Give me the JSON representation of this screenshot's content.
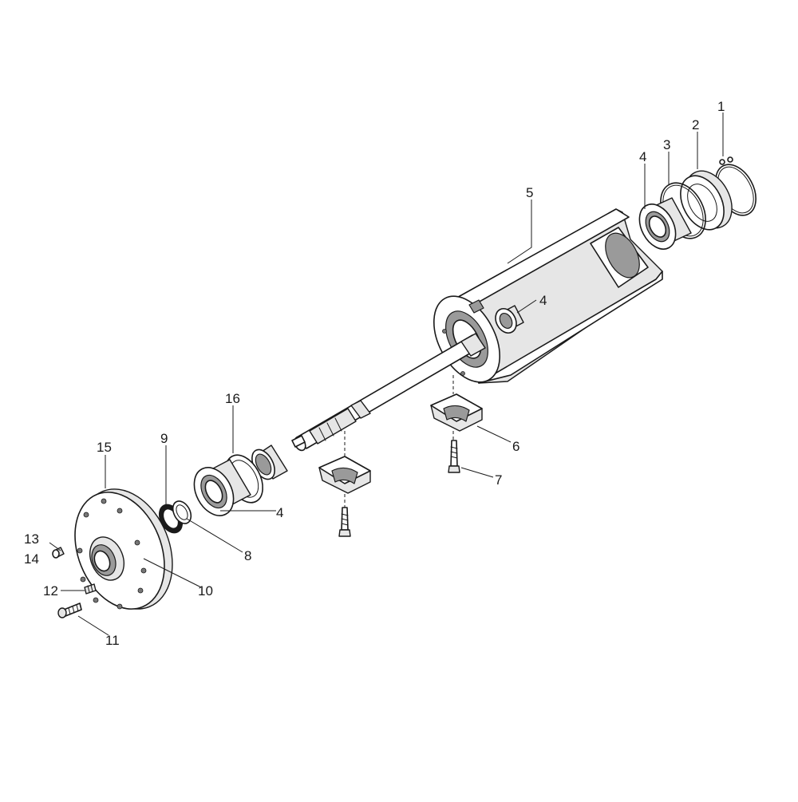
{
  "callouts": [
    {
      "id": "c1",
      "text": "1"
    },
    {
      "id": "c2",
      "text": "2"
    },
    {
      "id": "c3",
      "text": "3"
    },
    {
      "id": "c4a",
      "text": "4"
    },
    {
      "id": "c5",
      "text": "5"
    },
    {
      "id": "c4b",
      "text": "4"
    },
    {
      "id": "c6",
      "text": "6"
    },
    {
      "id": "c7",
      "text": "7"
    },
    {
      "id": "c16",
      "text": "16"
    },
    {
      "id": "c4c",
      "text": "4"
    },
    {
      "id": "c9",
      "text": "9"
    },
    {
      "id": "c15",
      "text": "15"
    },
    {
      "id": "c8",
      "text": "8"
    },
    {
      "id": "c10",
      "text": "10"
    },
    {
      "id": "c13",
      "text": "13"
    },
    {
      "id": "c14",
      "text": "14"
    },
    {
      "id": "c12",
      "text": "12"
    },
    {
      "id": "c11",
      "text": "11"
    }
  ],
  "colors": {
    "line": "#1a1a1a",
    "shade": "#e6e6e6",
    "dark": "#9a9a9a",
    "background": "#ffffff"
  }
}
